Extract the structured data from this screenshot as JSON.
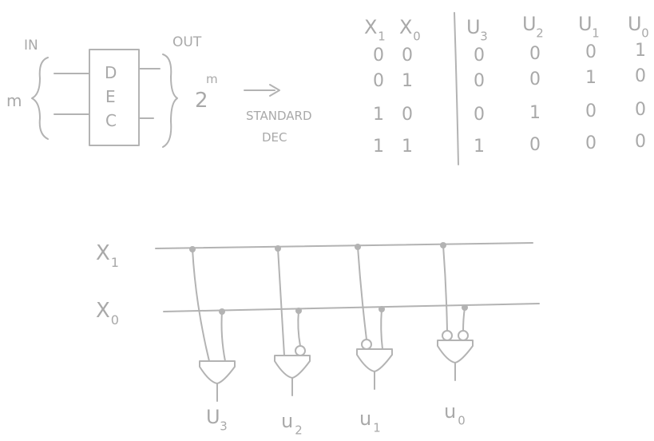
{
  "decoder": {
    "in_label": "IN",
    "out_label": "OUT",
    "block_letters": [
      "D",
      "E",
      "C"
    ],
    "input_count": "m",
    "output_count_base": "2",
    "output_count_exp": "m",
    "arrow_label_line1": "STANDARD",
    "arrow_label_line2": "DEC"
  },
  "truth_table": {
    "input_headers": [
      {
        "base": "X",
        "sub": "1"
      },
      {
        "base": "X",
        "sub": "0"
      }
    ],
    "output_headers": [
      {
        "base": "U",
        "sub": "3"
      },
      {
        "base": "U",
        "sub": "2"
      },
      {
        "base": "U",
        "sub": "1"
      },
      {
        "base": "U",
        "sub": "0"
      }
    ],
    "rows": [
      {
        "inputs": [
          "0",
          "0"
        ],
        "outputs": [
          "0",
          "0",
          "0",
          "1"
        ]
      },
      {
        "inputs": [
          "0",
          "1"
        ],
        "outputs": [
          "0",
          "0",
          "1",
          "0"
        ]
      },
      {
        "inputs": [
          "1",
          "0"
        ],
        "outputs": [
          "0",
          "1",
          "0",
          "0"
        ]
      },
      {
        "inputs": [
          "1",
          "1"
        ],
        "outputs": [
          "1",
          "0",
          "0",
          "0"
        ]
      }
    ]
  },
  "circuit": {
    "input_lines": [
      {
        "base": "X",
        "sub": "1"
      },
      {
        "base": "X",
        "sub": "0"
      }
    ],
    "gate_outputs": [
      {
        "base": "U",
        "sub": "3"
      },
      {
        "base": "u",
        "sub": "2"
      },
      {
        "base": "u",
        "sub": "1"
      },
      {
        "base": "u",
        "sub": "0"
      }
    ]
  }
}
